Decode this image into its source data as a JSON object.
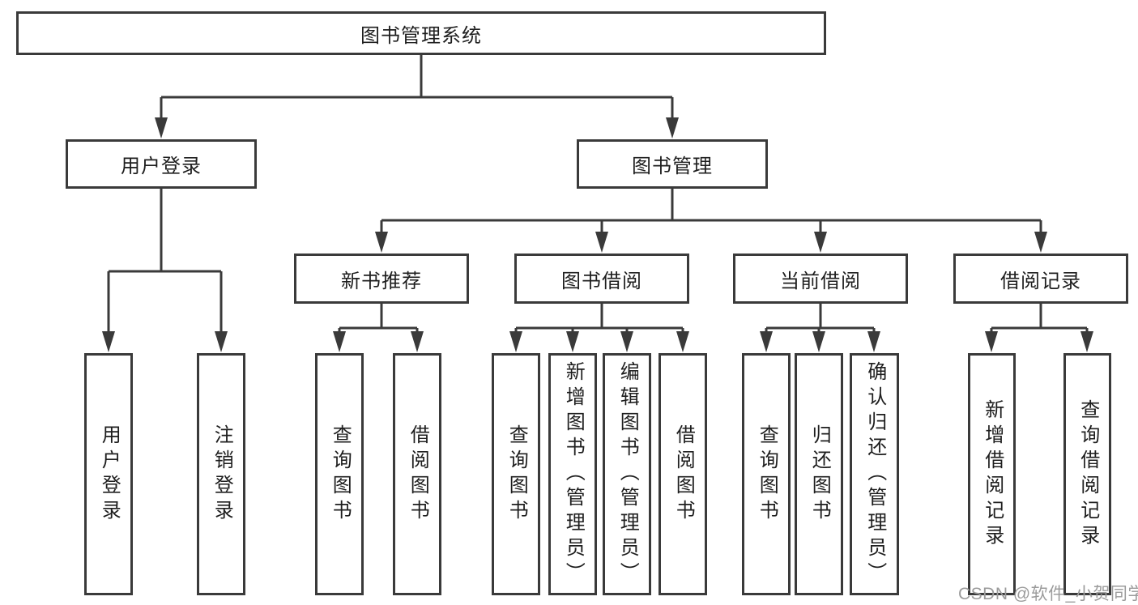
{
  "colors": {
    "line": "#3a3a3a",
    "text": "#1e1e1e",
    "watermark": "#9b9b9b",
    "background": "#ffffff"
  },
  "tree": {
    "root": {
      "label": "图书管理系统"
    },
    "branches": [
      {
        "label": "用户登录",
        "children": [
          {
            "label": "用户登录"
          },
          {
            "label": "注销登录"
          }
        ]
      },
      {
        "label": "图书管理",
        "groups": [
          {
            "label": "新书推荐",
            "children": [
              {
                "label": "查询图书"
              },
              {
                "label": "借阅图书"
              }
            ]
          },
          {
            "label": "图书借阅",
            "children": [
              {
                "label": "查询图书"
              },
              {
                "label": "新增图书（管理员）"
              },
              {
                "label": "编辑图书（管理员）"
              },
              {
                "label": "借阅图书"
              }
            ]
          },
          {
            "label": "当前借阅",
            "children": [
              {
                "label": "查询图书"
              },
              {
                "label": "归还图书"
              },
              {
                "label": "确认归还（管理员）"
              }
            ]
          },
          {
            "label": "借阅记录",
            "children": [
              {
                "label": "新增借阅记录"
              },
              {
                "label": "查询借阅记录"
              }
            ]
          }
        ]
      }
    ]
  },
  "watermark": {
    "text": "CSDN @软件_小贺同学"
  }
}
